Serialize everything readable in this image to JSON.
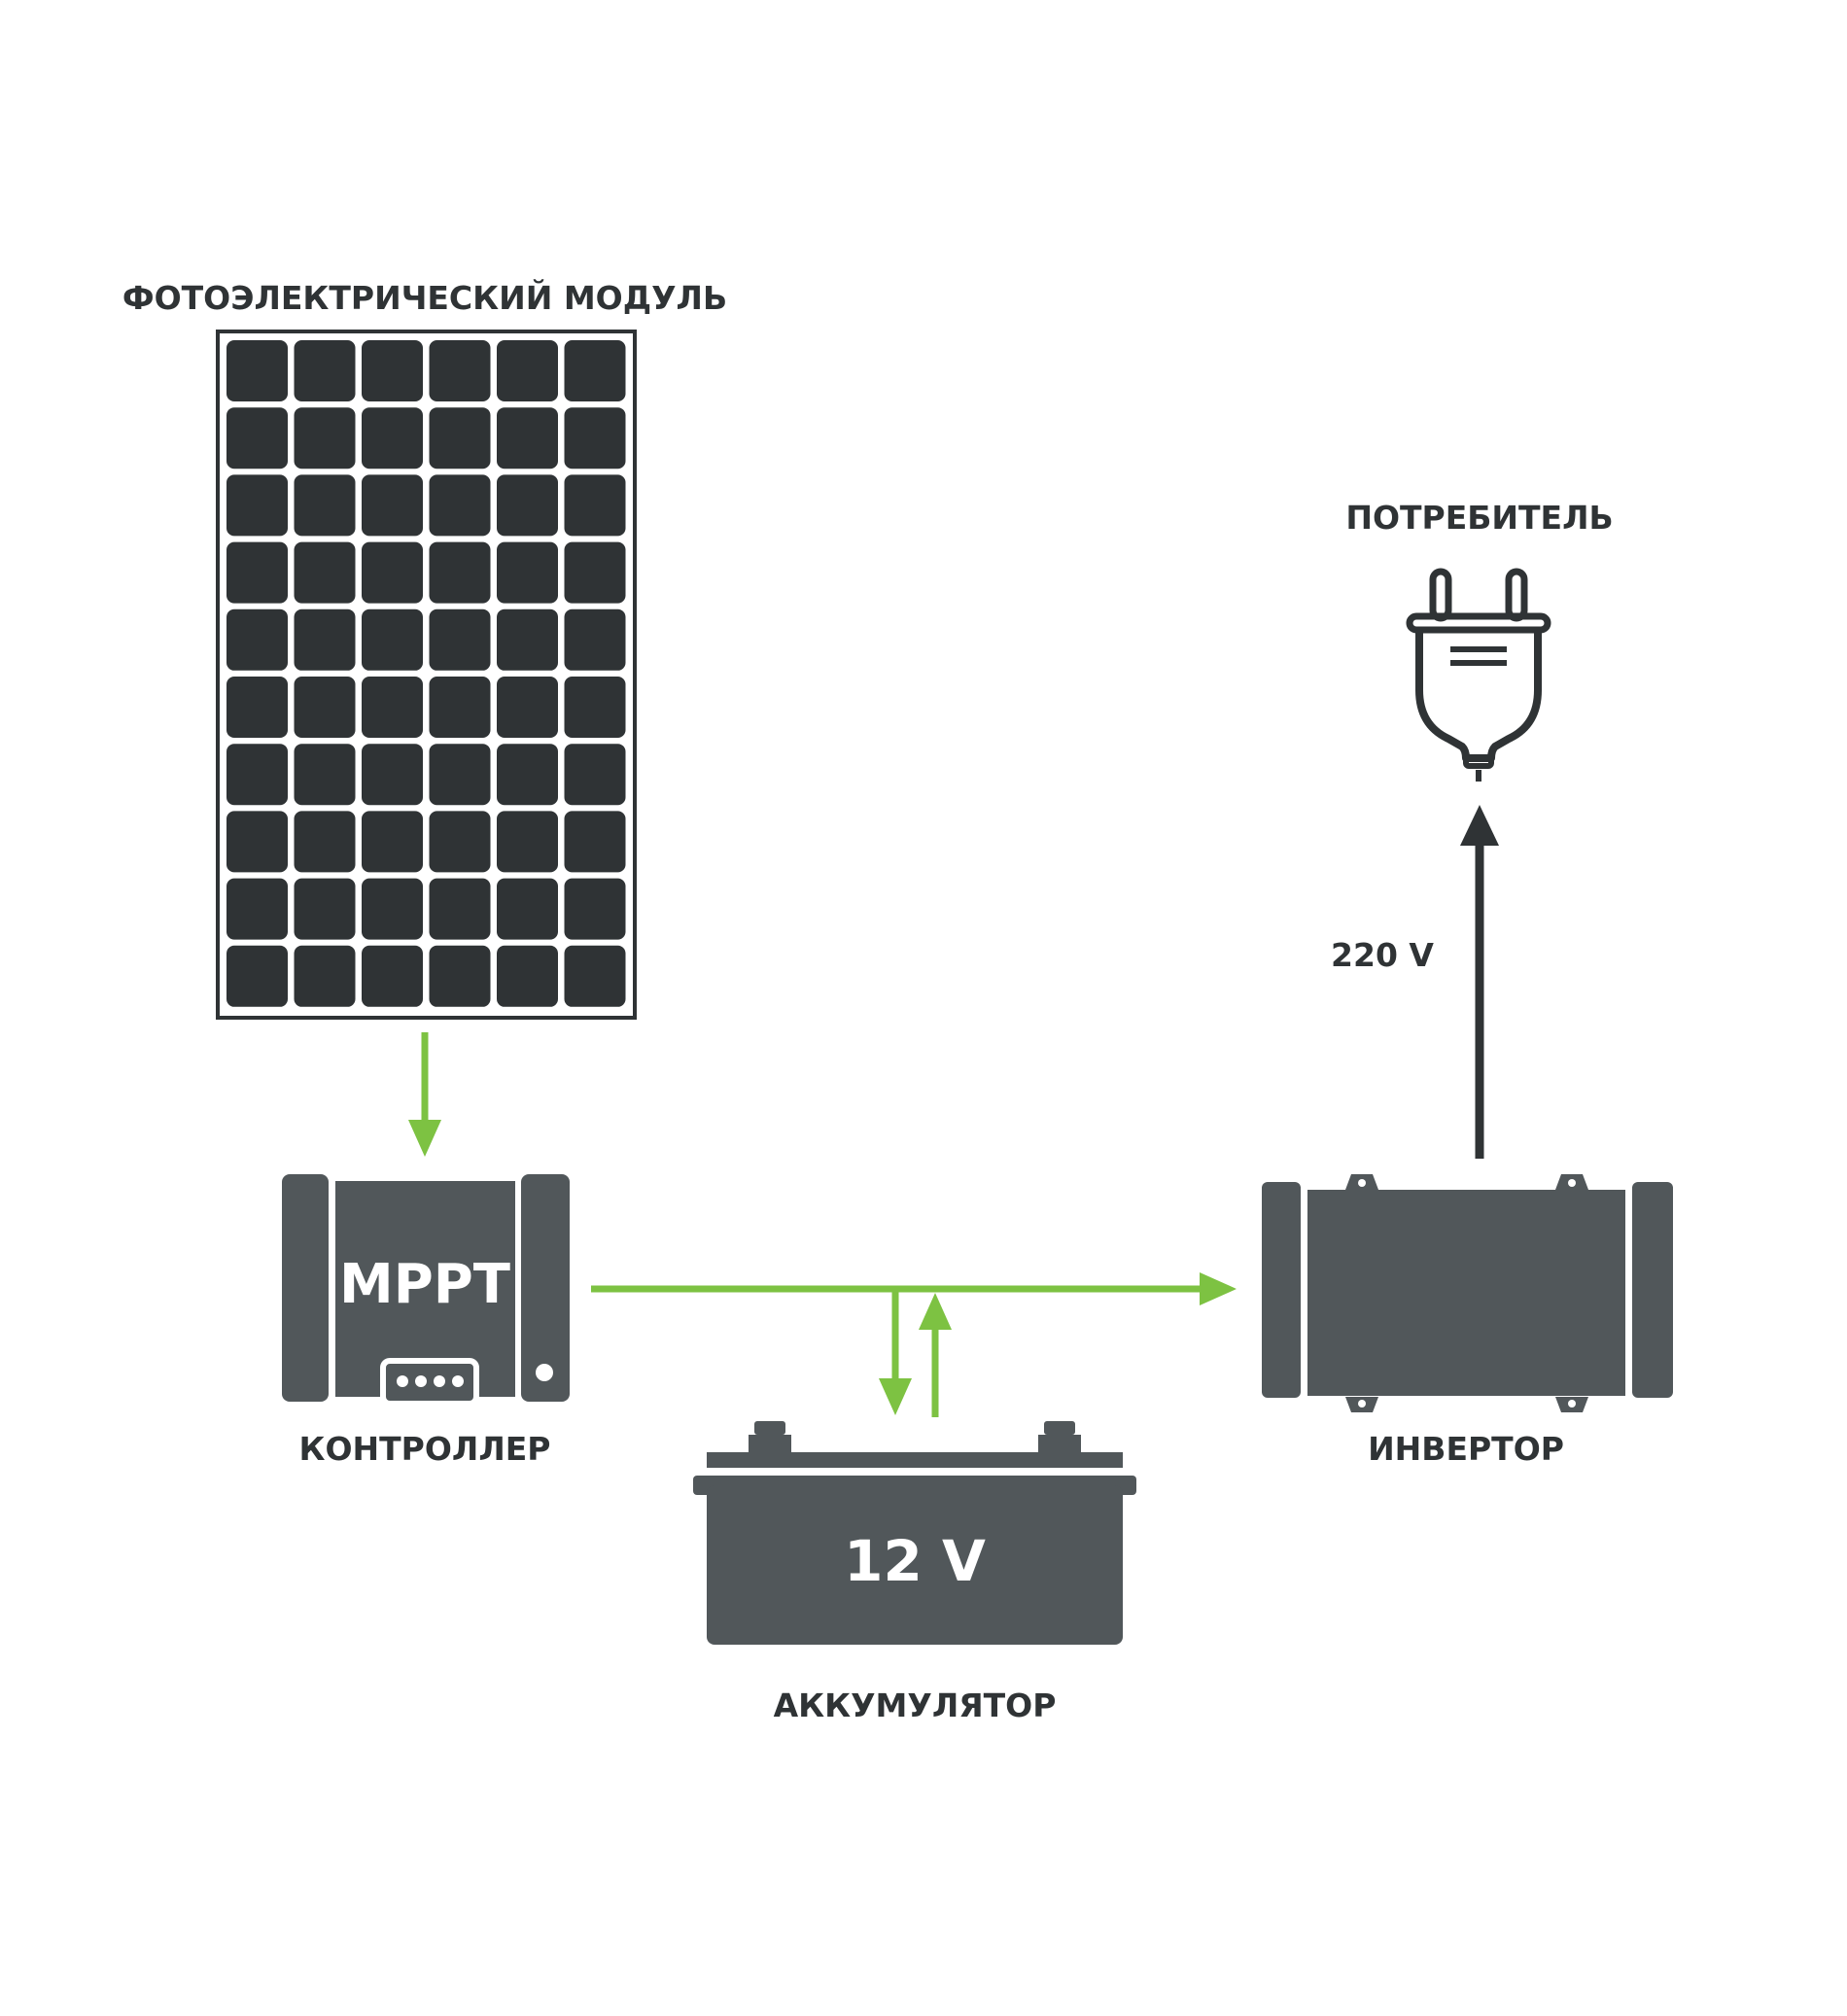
{
  "labels": {
    "pv_module": "ФОТОЭЛЕКТРИЧЕСКИЙ МОДУЛЬ",
    "controller": "КОНТРОЛЛЕР",
    "controller_badge": "MPPT",
    "battery": "АККУМУЛЯТОР",
    "battery_voltage": "12 V",
    "inverter": "ИНВЕРТОР",
    "consumer": "ПОТРЕБИТЕЛЬ",
    "output_voltage": "220 V"
  },
  "pv_panel": {
    "rows": 10,
    "cols": 6
  },
  "colors": {
    "device": "#51575a",
    "panel_cell": "#2f3335",
    "dc_flow": "#7dc242",
    "ac_flow": "#2f3335",
    "background": "#ffffff"
  },
  "icons": [
    "solar-panel-icon",
    "charge-controller-icon",
    "battery-icon",
    "inverter-icon",
    "power-plug-icon"
  ]
}
